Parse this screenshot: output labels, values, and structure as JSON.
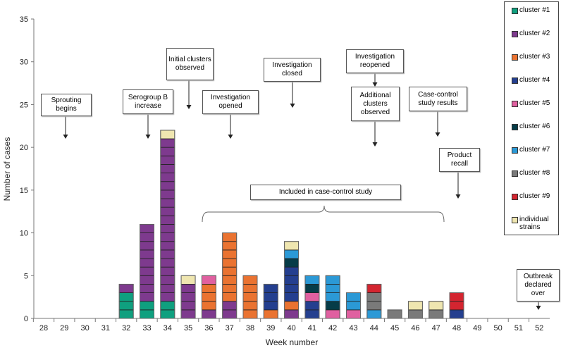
{
  "chart_data": {
    "type": "bar",
    "stacked": true,
    "xlabel": "Week number",
    "ylabel": "Number of cases",
    "ylim": [
      0,
      35
    ],
    "yticks": [
      0,
      5,
      10,
      15,
      20,
      25,
      30,
      35
    ],
    "categories": [
      "28",
      "29",
      "30",
      "31",
      "32",
      "33",
      "34",
      "35",
      "36",
      "37",
      "38",
      "39",
      "40",
      "41",
      "42",
      "43",
      "44",
      "45",
      "46",
      "47",
      "48",
      "49",
      "50",
      "51",
      "52"
    ],
    "series": [
      {
        "name": "cluster #1",
        "color": "#0fa07f",
        "values": [
          0,
          0,
          0,
          0,
          3,
          2,
          2,
          0,
          0,
          0,
          0,
          0,
          0,
          0,
          0,
          0,
          0,
          0,
          0,
          0,
          0,
          0,
          0,
          0,
          0
        ]
      },
      {
        "name": "cluster #2",
        "color": "#7e3a8e",
        "values": [
          0,
          0,
          0,
          0,
          1,
          9,
          19,
          4,
          1,
          2,
          0,
          0,
          1,
          0,
          0,
          0,
          0,
          0,
          0,
          0,
          0,
          0,
          0,
          0,
          0
        ]
      },
      {
        "name": "cluster #3",
        "color": "#ea7331",
        "values": [
          0,
          0,
          0,
          0,
          0,
          0,
          0,
          0,
          3,
          8,
          5,
          1,
          1,
          0,
          0,
          0,
          0,
          0,
          0,
          0,
          0,
          0,
          0,
          0,
          0
        ]
      },
      {
        "name": "cluster #4",
        "color": "#243f8f",
        "values": [
          0,
          0,
          0,
          0,
          0,
          0,
          0,
          0,
          0,
          0,
          0,
          3,
          4,
          2,
          0,
          0,
          0,
          0,
          0,
          0,
          1,
          0,
          0,
          0,
          0
        ]
      },
      {
        "name": "cluster #5",
        "color": "#e060a0",
        "values": [
          0,
          0,
          0,
          0,
          0,
          0,
          0,
          0,
          1,
          0,
          0,
          0,
          0,
          1,
          1,
          1,
          0,
          0,
          0,
          0,
          0,
          0,
          0,
          0,
          0
        ]
      },
      {
        "name": "cluster #6",
        "color": "#063c48",
        "values": [
          0,
          0,
          0,
          0,
          0,
          0,
          0,
          0,
          0,
          0,
          0,
          0,
          1,
          1,
          1,
          0,
          0,
          0,
          0,
          0,
          0,
          0,
          0,
          0,
          0
        ]
      },
      {
        "name": "cluster #7",
        "color": "#2b99d6",
        "values": [
          0,
          0,
          0,
          0,
          0,
          0,
          0,
          0,
          0,
          0,
          0,
          0,
          1,
          1,
          3,
          2,
          1,
          0,
          0,
          0,
          0,
          0,
          0,
          0,
          0
        ]
      },
      {
        "name": "cluster #8",
        "color": "#7a7a7a",
        "values": [
          0,
          0,
          0,
          0,
          0,
          0,
          0,
          0,
          0,
          0,
          0,
          0,
          0,
          0,
          0,
          0,
          2,
          1,
          1,
          1,
          0,
          0,
          0,
          0,
          0
        ]
      },
      {
        "name": "cluster #9",
        "color": "#d42530",
        "values": [
          0,
          0,
          0,
          0,
          0,
          0,
          0,
          0,
          0,
          0,
          0,
          0,
          0,
          0,
          0,
          0,
          1,
          0,
          0,
          0,
          2,
          0,
          0,
          0,
          0
        ]
      },
      {
        "name": "individual strains",
        "color": "#efe6b0",
        "values": [
          0,
          0,
          0,
          0,
          0,
          0,
          1,
          1,
          0,
          0,
          0,
          0,
          1,
          0,
          0,
          0,
          0,
          0,
          1,
          1,
          0,
          0,
          0,
          0,
          0
        ]
      }
    ],
    "legend": "right",
    "grid": false,
    "annotations": [
      {
        "text": "Sprouting begins",
        "week": 29
      },
      {
        "text": "Serogroup B increase",
        "week": 33
      },
      {
        "text": "Initial clusters observed",
        "week": 35
      },
      {
        "text": "Investigation opened",
        "week": 37
      },
      {
        "text": "Investigation closed",
        "week": 40
      },
      {
        "text": "Investigation reopened",
        "week": 44
      },
      {
        "text": "Additional clusters observed",
        "week": 44
      },
      {
        "text": "Case-control study results",
        "week": 47
      },
      {
        "text": "Product recall",
        "week": 48
      },
      {
        "text": "Included in case-control study",
        "weeks": [
          36,
          47
        ]
      },
      {
        "text": "Outbreak declared over",
        "week": 52
      }
    ]
  }
}
